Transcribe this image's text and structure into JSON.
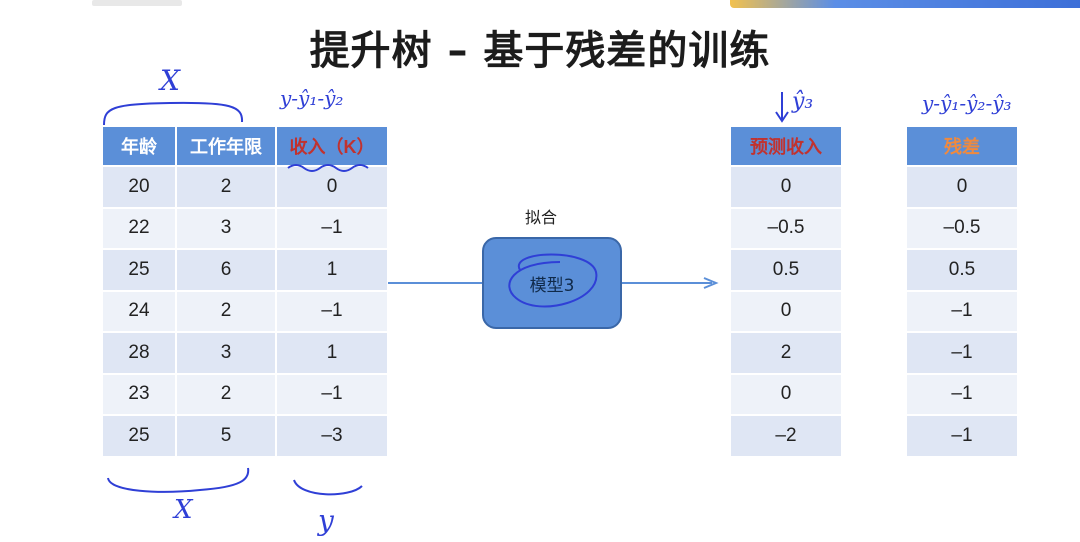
{
  "title": "提升树 – 基于残差的训练",
  "input_table": {
    "headers": [
      "年龄",
      "工作年限",
      "收入（K）"
    ],
    "rows": [
      [
        "20",
        "2",
        "0"
      ],
      [
        "22",
        "3",
        "–1"
      ],
      [
        "25",
        "6",
        "1"
      ],
      [
        "24",
        "2",
        "–1"
      ],
      [
        "28",
        "3",
        "1"
      ],
      [
        "23",
        "2",
        "–1"
      ],
      [
        "25",
        "5",
        "–3"
      ]
    ]
  },
  "model": {
    "fit_label": "拟合",
    "box_label": "模型3"
  },
  "prediction_table": {
    "header": "预测收入",
    "values": [
      "0",
      "–0.5",
      "0.5",
      "0",
      "2",
      "0",
      "–2"
    ]
  },
  "residual_table": {
    "header": "残差",
    "values": [
      "0",
      "–0.5",
      "0.5",
      "–1",
      "–1",
      "–1",
      "–1"
    ]
  },
  "annotations": {
    "x_top": "X",
    "x_bottom": "X",
    "y_bottom": "y",
    "formula_left": "y-ŷ₁-ŷ₂",
    "formula_pred": "ŷ₃",
    "formula_right": "y-ŷ₁-ŷ₂-ŷ₃"
  },
  "colors": {
    "header_blue": "#5b8fd8",
    "header_red_text": "#c1322f",
    "header_orange_text": "#f08a3e",
    "ink_blue": "#2f3fd6",
    "arrow_blue": "#5b8fd8"
  }
}
